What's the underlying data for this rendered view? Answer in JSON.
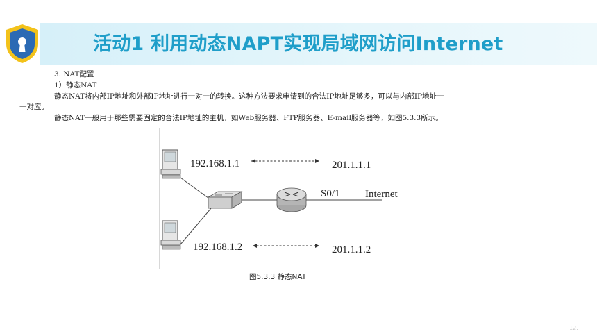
{
  "header": {
    "title": "活动1 利用动态NAPT实现局域网访问Internet",
    "icon": "shield-lock-icon",
    "colors": {
      "title": "#1f9ec9",
      "band": "#d6f0f9",
      "shield_outer": "#f3c21a",
      "shield_inner": "#2b6ab4"
    }
  },
  "content": {
    "section_heading": "3. NAT配置",
    "sub_heading": "1）静态NAT",
    "para1_line1": "静态NAT将内部IP地址和外部IP地址进行一对一的转换。这种方法要求申请到的合法IP地址足够多，可以与内部IP地址一",
    "para1_line2": "一对应。",
    "para2": "静态NAT一般用于那些需要固定的合法IP地址的主机，如Web服务器、FTP服务器、E-mail服务器等，如图5.3.3所示。"
  },
  "figure": {
    "pc1_ip": "192.168.1.1",
    "pc2_ip": "192.168.1.2",
    "public_ip1": "201.1.1.1",
    "public_ip2": "201.1.1.2",
    "interface_label": "S0/1",
    "internet_label": "Internet",
    "caption": "图5.3.3  静态NAT"
  },
  "page_number": "12."
}
